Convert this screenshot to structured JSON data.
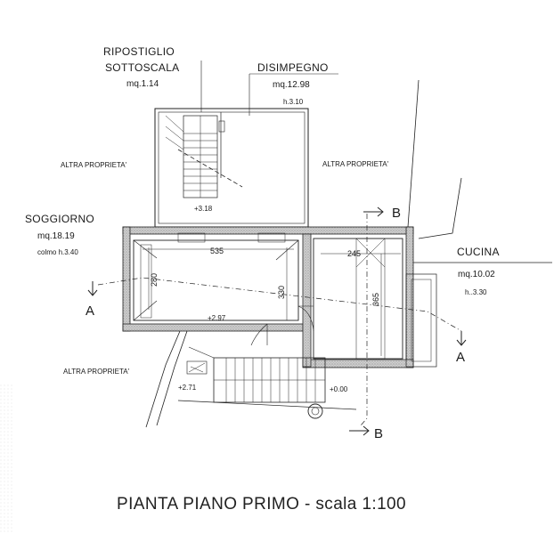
{
  "rooms": {
    "ripostiglio": {
      "name_line1": "RIPOSTIGLIO",
      "name_line2": "SOTTOSCALA",
      "area": "mq.1.14"
    },
    "disimpegno": {
      "name": "DISIMPEGNO",
      "area": "mq.12.98",
      "height": "h.3.10"
    },
    "soggiorno": {
      "name": "SOGGIORNO",
      "area": "mq.18.19",
      "height": "colmo h.3.40"
    },
    "cucina": {
      "name": "CUCINA",
      "area": "mq.10.02",
      "height": "h..3.30"
    }
  },
  "neighbors": {
    "left": "ALTRA PROPRIETA'",
    "right": "ALTRA PROPRIETA'",
    "bottom": "ALTRA PROPRIETA'"
  },
  "levels": {
    "upper": "+3.18",
    "middle": "+2.97",
    "stair": "+2.71",
    "ground": "+0.00"
  },
  "dimensions": {
    "soggiorno_width": "535",
    "soggiorno_depth": "280",
    "passage_depth": "330",
    "cucina_width": "245",
    "cucina_depth": "365"
  },
  "sections": {
    "a_left": "A",
    "a_right": "A",
    "b_top": "B",
    "b_bottom": "B"
  },
  "title": "PIANTA PIANO PRIMO - scala 1:100"
}
